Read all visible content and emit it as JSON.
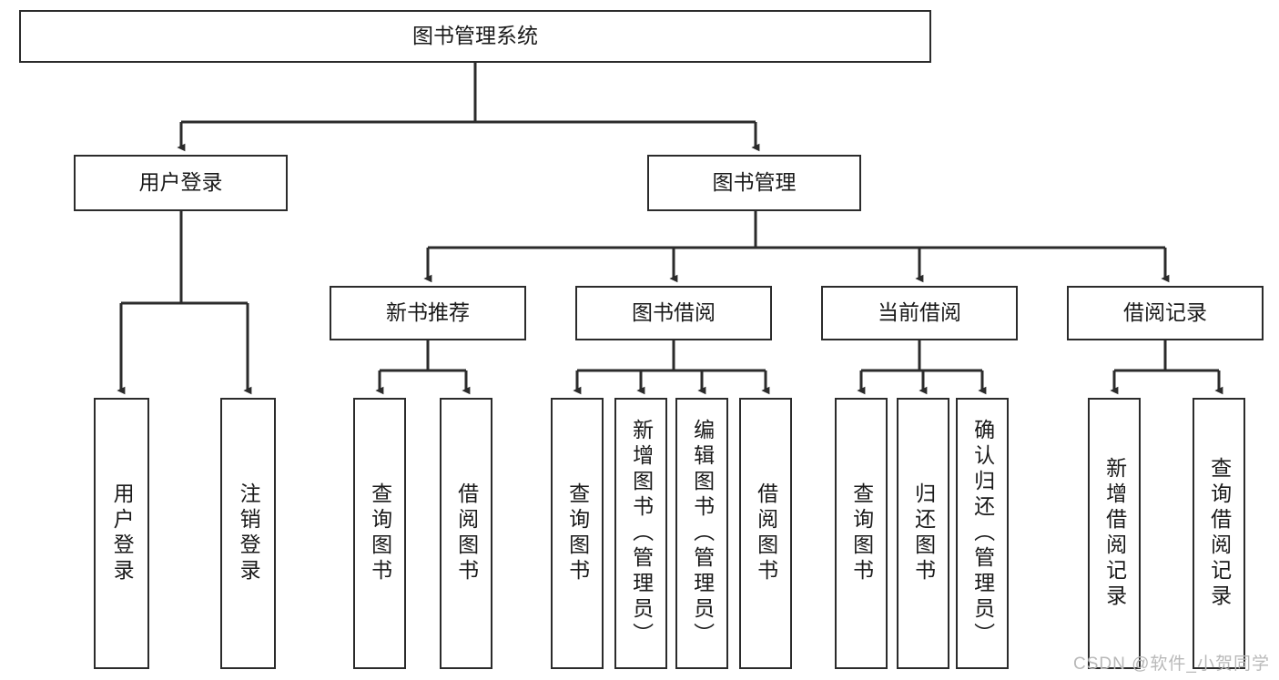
{
  "diagram": {
    "title": "图书管理系统",
    "type": "tree-hierarchy",
    "watermark": "CSDN @软件_小贺同学",
    "colors": {
      "box_border": "#2b2b2b",
      "box_fill": "#ffffff",
      "edge": "#2b2b2b",
      "text": "#1a1a1a",
      "watermark": "#b9b9b9",
      "background": "#ffffff"
    },
    "root": {
      "id": "root",
      "label": "图书管理系统",
      "orientation": "horizontal"
    },
    "level1": [
      {
        "id": "user-login",
        "label": "用户登录",
        "orientation": "horizontal"
      },
      {
        "id": "book-management",
        "label": "图书管理",
        "orientation": "horizontal"
      }
    ],
    "level2": [
      {
        "id": "new-book-recommend",
        "label": "新书推荐",
        "orientation": "horizontal",
        "parent": "book-management"
      },
      {
        "id": "book-borrow",
        "label": "图书借阅",
        "orientation": "horizontal",
        "parent": "book-management"
      },
      {
        "id": "current-borrow",
        "label": "当前借阅",
        "orientation": "horizontal",
        "parent": "book-management"
      },
      {
        "id": "borrow-record",
        "label": "借阅记录",
        "orientation": "horizontal",
        "parent": "book-management"
      }
    ],
    "leaves": [
      {
        "id": "leaf-user-login",
        "label": "用户登录",
        "orientation": "vertical",
        "parent": "user-login"
      },
      {
        "id": "leaf-logout",
        "label": "注销登录",
        "orientation": "vertical",
        "parent": "user-login"
      },
      {
        "id": "leaf-query-book-1",
        "label": "查询图书",
        "orientation": "vertical",
        "parent": "new-book-recommend"
      },
      {
        "id": "leaf-borrow-book-1",
        "label": "借阅图书",
        "orientation": "vertical",
        "parent": "new-book-recommend"
      },
      {
        "id": "leaf-query-book-2",
        "label": "查询图书",
        "orientation": "vertical",
        "parent": "book-borrow"
      },
      {
        "id": "leaf-add-book",
        "label": "新增图书（管理员）",
        "orientation": "vertical",
        "parent": "book-borrow"
      },
      {
        "id": "leaf-edit-book",
        "label": "编辑图书（管理员）",
        "orientation": "vertical",
        "parent": "book-borrow"
      },
      {
        "id": "leaf-borrow-book-2",
        "label": "借阅图书",
        "orientation": "vertical",
        "parent": "book-borrow"
      },
      {
        "id": "leaf-query-book-3",
        "label": "查询图书",
        "orientation": "vertical",
        "parent": "current-borrow"
      },
      {
        "id": "leaf-return-book",
        "label": "归还图书",
        "orientation": "vertical",
        "parent": "current-borrow"
      },
      {
        "id": "leaf-confirm-return",
        "label": "确认归还（管理员）",
        "orientation": "vertical",
        "parent": "current-borrow"
      },
      {
        "id": "leaf-add-record",
        "label": "新增借阅记录",
        "orientation": "vertical",
        "parent": "borrow-record"
      },
      {
        "id": "leaf-query-record",
        "label": "查询借阅记录",
        "orientation": "vertical",
        "parent": "borrow-record"
      }
    ]
  }
}
